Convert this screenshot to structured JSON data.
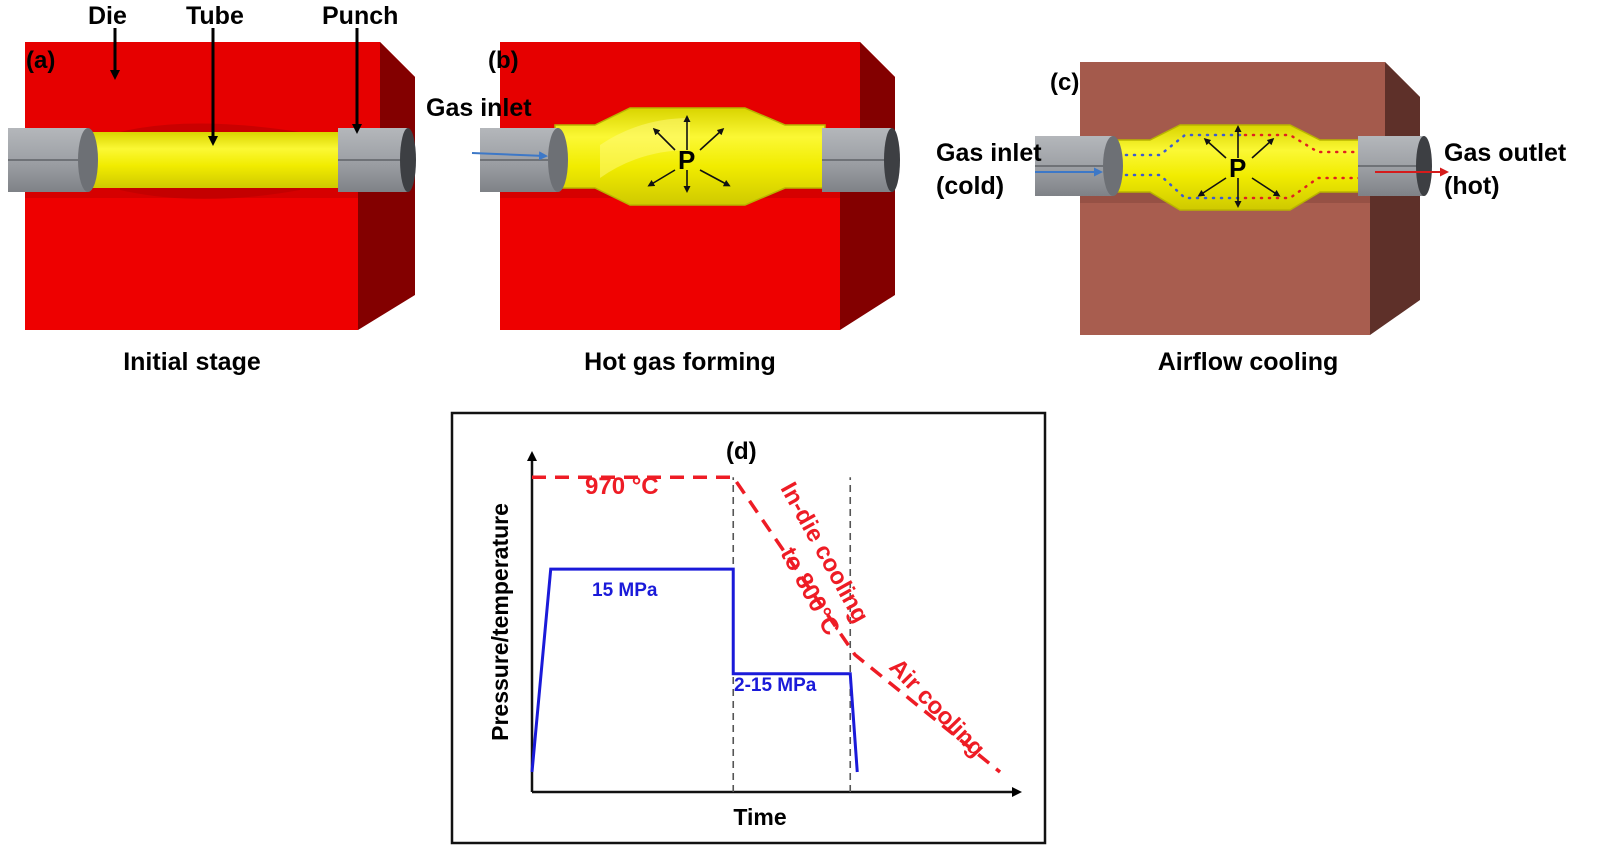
{
  "colors": {
    "die_red_front": "#ee0000",
    "die_red_top": "#e30000",
    "die_red_side": "#830000",
    "die_brown_front": "#a85d4f",
    "die_brown_side": "#5e3029",
    "tube_yellow": "#f6f200",
    "punch_gray": "#9fa2a7",
    "gas_arrow_blue": "#3d78c7",
    "gas_arrow_red": "#d51b1b",
    "temperature_red": "#ee1c25",
    "pressure_blue": "#1a1ad9"
  },
  "panels": {
    "a": {
      "letter": "(a)",
      "caption": "Initial stage",
      "labels": {
        "die": "Die",
        "tube": "Tube",
        "punch": "Punch"
      }
    },
    "b": {
      "letter": "(b)",
      "caption": "Hot gas forming",
      "gas_inlet": "Gas inlet",
      "pressure_symbol": "P"
    },
    "c": {
      "letter": "(c)",
      "caption": "Airflow cooling",
      "gas_inlet_line1": "Gas inlet",
      "gas_inlet_line2": "(cold)",
      "gas_outlet_line1": "Gas outlet",
      "gas_outlet_line2": "(hot)",
      "pressure_symbol": "P"
    }
  },
  "chart_data": {
    "type": "line",
    "panel_letter": "(d)",
    "xlabel": "Time",
    "ylabel": "Pressure/temperature",
    "annotations": {
      "temperature_top": "970 °C",
      "in_die_cooling_line1": "In-die cooling",
      "in_die_cooling_line2": "to 800°C",
      "air_cooling": "Air cooling",
      "pressure_high": "15 MPa",
      "pressure_low": "2-15 MPa"
    },
    "series": [
      {
        "name": "Temperature",
        "style": "dashed",
        "color": "#ee1c25",
        "points": [
          [
            0,
            0.93
          ],
          [
            0.43,
            0.93
          ],
          [
            0.69,
            0.37
          ],
          [
            1.0,
            0.0
          ]
        ]
      },
      {
        "name": "Pressure",
        "style": "solid",
        "color": "#1a1ad9",
        "points": [
          [
            0,
            0
          ],
          [
            0.04,
            0.64
          ],
          [
            0.43,
            0.64
          ],
          [
            0.43,
            0.31
          ],
          [
            0.68,
            0.31
          ],
          [
            0.695,
            0
          ]
        ]
      }
    ],
    "stage_markers_x": [
      0.43,
      0.68
    ]
  }
}
